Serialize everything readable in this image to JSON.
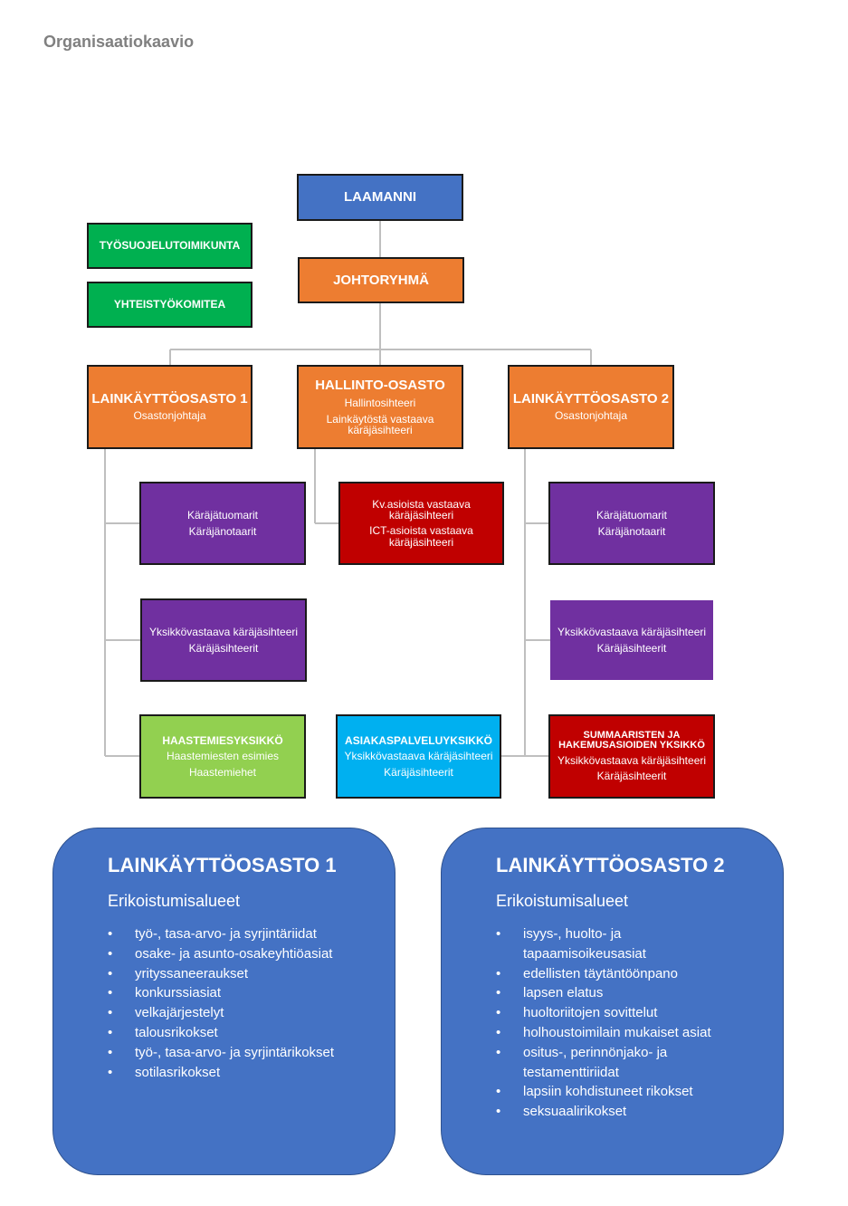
{
  "page_title": "Organisaatiokaavio",
  "colors": {
    "blue": "#4472c4",
    "orange": "#ed7d31",
    "green": "#00b050",
    "purple": "#7030a0",
    "red": "#c00000",
    "light_green": "#92d050",
    "cyan": "#00b0f0",
    "connector": "#bfbfbf"
  },
  "chart": {
    "laamanni": "LAAMANNI",
    "johtoryhma": "JOHTORYHMÄ",
    "tyosuojelu": "TYÖSUOJELUTOIMIKUNTA",
    "yhteistyo": "YHTEISTYÖKOMITEA",
    "dept1": {
      "title": "LAINKÄYTTÖOSASTO 1",
      "line1": "Osastonjohtaja"
    },
    "hallinto": {
      "title": "HALLINTO-OSASTO",
      "line1": "Hallintosihteeri",
      "line2": "Lainkäytöstä vastaava käräjäsihteeri"
    },
    "dept2": {
      "title": "LAINKÄYTTÖOSASTO 2",
      "line1": "Osastonjohtaja"
    },
    "d1_judges": {
      "line1": "Käräjätuomarit",
      "line2": "Käräjänotaarit"
    },
    "kv": {
      "line1": "Kv.asioista vastaava käräjäsihteeri",
      "line2": "ICT-asioista vastaava käräjäsihteeri"
    },
    "d2_judges": {
      "line1": "Käräjätuomarit",
      "line2": "Käräjänotaarit"
    },
    "d1_secr": {
      "line1": "Yksikkövastaava käräjäsihteeri",
      "line2": "Käräjäsihteerit"
    },
    "d2_secr": {
      "line1": "Yksikkövastaava käräjäsihteeri",
      "line2": "Käräjäsihteerit"
    },
    "haastemies": {
      "title": "HAASTEMIESYKSIKKÖ",
      "line1": "Haastemiesten esimies",
      "line2": "Haastemiehet"
    },
    "asiakaspalvelu": {
      "title": "ASIAKASPALVELUYKSIKKÖ",
      "line1": "Yksikkövastaava käräjäsihteeri",
      "line2": "Käräjäsihteerit"
    },
    "summaariset": {
      "title": "SUMMAARISTEN JA HAKEMUSASIOIDEN YKSIKKÖ",
      "line1": "Yksikkövastaava käräjäsihteeri",
      "line2": "Käräjäsihteerit"
    }
  },
  "panels": [
    {
      "title": "LAINKÄYTTÖOSASTO 1",
      "subtitle": "Erikoistumisalueet",
      "items": [
        "työ-, tasa-arvo- ja syrjintäriidat",
        "osake- ja asunto-osakeyhtiöasiat",
        "yrityssaneeraukset",
        "konkurssiasiat",
        "velkajärjestelyt",
        "talousrikokset",
        "työ-, tasa-arvo- ja syrjintärikokset",
        "sotilasrikokset"
      ]
    },
    {
      "title": "LAINKÄYTTÖOSASTO 2",
      "subtitle": "Erikoistumisalueet",
      "items": [
        "isyys-, huolto- ja tapaamisoikeusasiat",
        "edellisten täytäntöönpano",
        "lapsen elatus",
        "huoltoriitojen sovittelut",
        "holhoustoimilain mukaiset asiat",
        "ositus-, perinnönjako- ja testamenttiriidat",
        "lapsiin kohdistuneet rikokset",
        "seksuaalirikokset"
      ]
    }
  ]
}
